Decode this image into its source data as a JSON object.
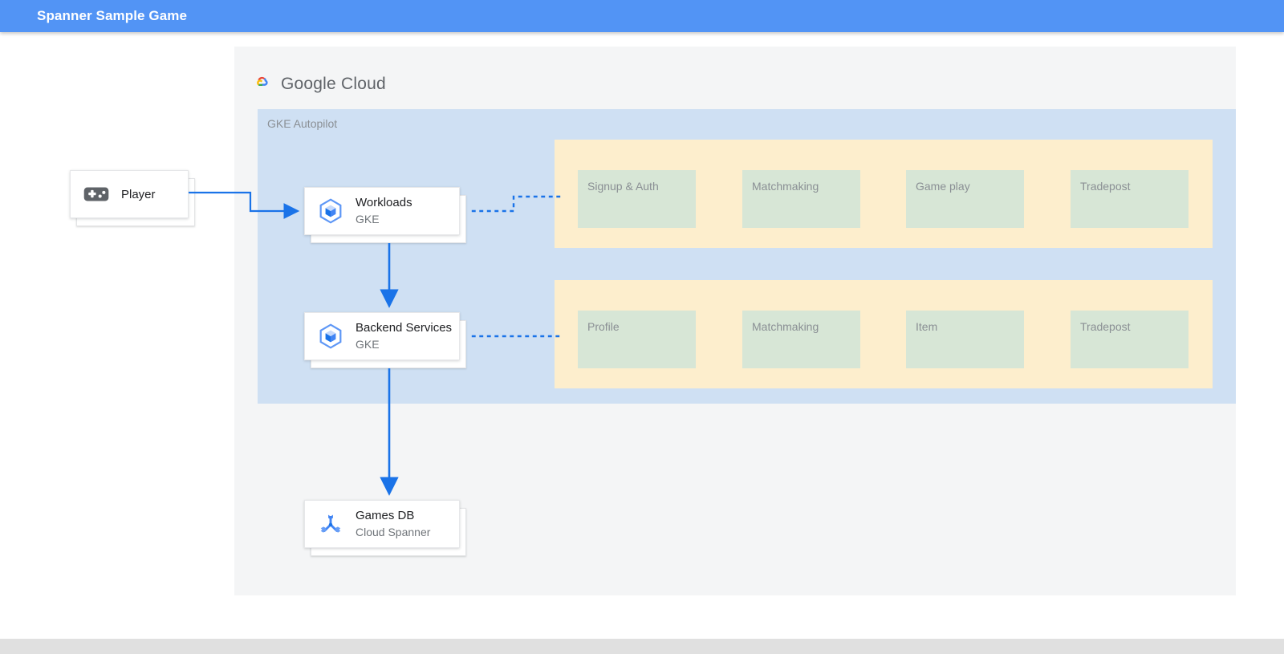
{
  "appbar": {
    "title": "Spanner Sample Game",
    "background": "#5294f5",
    "text_color": "#ffffff"
  },
  "diagram": {
    "brand": {
      "name": "Google",
      "product": "Cloud",
      "logo_icon": "google-cloud-logo-icon"
    },
    "region": {
      "label": "GKE Autopilot",
      "background": "#cfe0f3"
    },
    "colors": {
      "panel_background": "#f4f5f6",
      "service_group_background": "#fdeecd",
      "service_box_background": "#d7e6d6",
      "connector_blue": "#1a73e8",
      "muted_text": "#8a8f94"
    },
    "nodes": [
      {
        "id": "player",
        "title": "Player",
        "subtitle": "",
        "icon": "gamepad-icon"
      },
      {
        "id": "workloads",
        "title": "Workloads",
        "subtitle": "GKE",
        "icon": "gke-hexagon-cube-icon"
      },
      {
        "id": "backend-services",
        "title": "Backend Services",
        "subtitle": "GKE",
        "icon": "gke-hexagon-cube-icon"
      },
      {
        "id": "games-db",
        "title": "Games DB",
        "subtitle": "Cloud Spanner",
        "icon": "cloud-spanner-icon"
      }
    ],
    "service_groups": [
      {
        "id": "workload-services",
        "services": [
          "Signup & Auth",
          "Matchmaking",
          "Game play",
          "Tradepost"
        ]
      },
      {
        "id": "backend-services-list",
        "services": [
          "Profile",
          "Matchmaking",
          "Item",
          "Tradepost"
        ]
      }
    ]
  }
}
